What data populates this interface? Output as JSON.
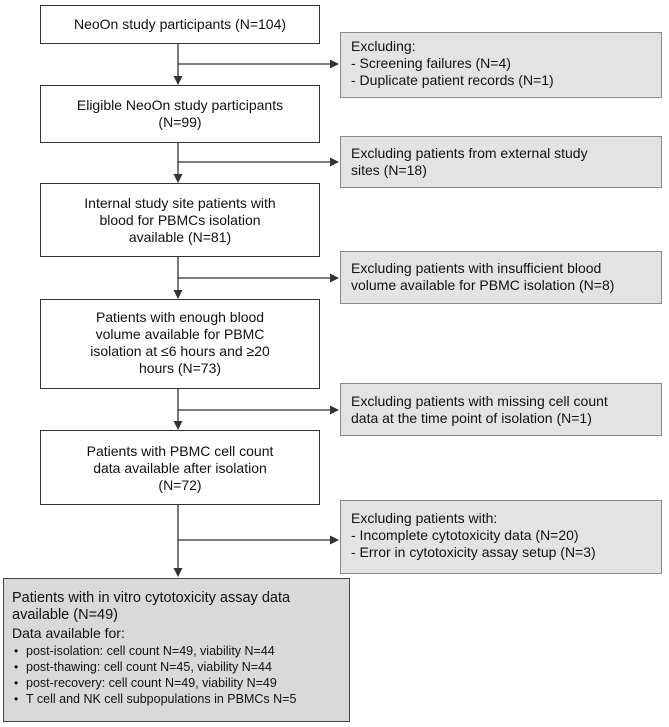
{
  "flow": {
    "main": [
      {
        "lines": [
          "NeoOn study participants (N=104)"
        ]
      },
      {
        "lines": [
          "Eligible NeoOn study participants",
          "(N=99)"
        ]
      },
      {
        "lines": [
          "Internal  study site patients with",
          "blood for PBMCs isolation",
          "available (N=81)"
        ]
      },
      {
        "lines": [
          "Patients with enough blood",
          "volume available for PBMC",
          "isolation at ≤6 hours and ≥20",
          "hours (N=73)"
        ]
      },
      {
        "lines": [
          "Patients with PBMC cell count",
          "data available after isolation",
          "(N=72)"
        ]
      }
    ],
    "exclusions": [
      {
        "lines": [
          "Excluding:",
          "- Screening failures (N=4)",
          "- Duplicate patient records (N=1)"
        ]
      },
      {
        "lines": [
          "Excluding patients from external study",
          "sites (N=18)"
        ]
      },
      {
        "lines": [
          "Excluding patients with insufficient blood",
          "volume available for PBMC isolation (N=8)"
        ]
      },
      {
        "lines": [
          "Excluding patients with missing cell count",
          "data at the time point of isolation (N=1)"
        ]
      },
      {
        "lines": [
          "Excluding patients with:",
          "- Incomplete cytotoxicity data (N=20)",
          "- Error in cytotoxicity assay setup (N=3)"
        ]
      }
    ],
    "final": {
      "title_lines": [
        "Patients with in vitro cytotoxicity assay data",
        "available (N=49)"
      ],
      "subtitle": "Data available for:",
      "items": [
        "post-isolation: cell count N=49, viability N=44",
        "post-thawing: cell count N=45, viability N=44",
        "post-recovery: cell count N=49, viability N=49",
        "T cell and NK cell subpopulations in PBMCs N=5"
      ]
    }
  }
}
